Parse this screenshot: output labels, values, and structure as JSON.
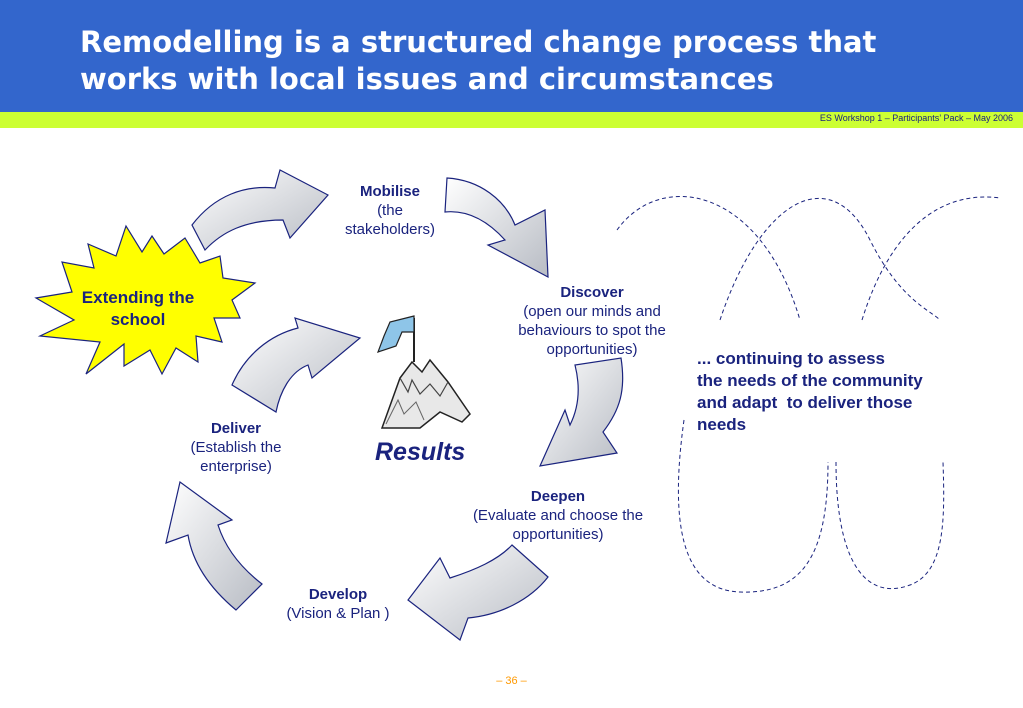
{
  "header": {
    "title": "Remodelling is a structured change process that works with local issues and circumstances",
    "subtitle": "ES Workshop 1 – Participants’ Pack – May 2006"
  },
  "cycle": {
    "mobilise": {
      "name": "Mobilise",
      "desc": "(the stakeholders)"
    },
    "discover": {
      "name": "Discover",
      "desc": "(open our minds and behaviours to spot the opportunities)"
    },
    "deepen": {
      "name": "Deepen",
      "desc": "(Evaluate and choose the opportunities)"
    },
    "develop": {
      "name": "Develop",
      "desc": "(Vision & Plan )"
    },
    "deliver": {
      "name": "Deliver",
      "desc": "(Establish the enterprise)"
    }
  },
  "center": {
    "label": "Results",
    "icon": "mountain-flag-icon"
  },
  "starburst": {
    "label": "Extending the school",
    "color": "#ffff00"
  },
  "note": {
    "lines": [
      "... continuing to assess",
      "the needs of the community",
      "and adapt  to deliver those",
      "needs"
    ]
  },
  "footer": {
    "page": "– 36 –"
  },
  "colors": {
    "header": "#3366cc",
    "accent_bar": "#ccff33",
    "text": "#1a237e",
    "page_number": "#ff9900"
  }
}
